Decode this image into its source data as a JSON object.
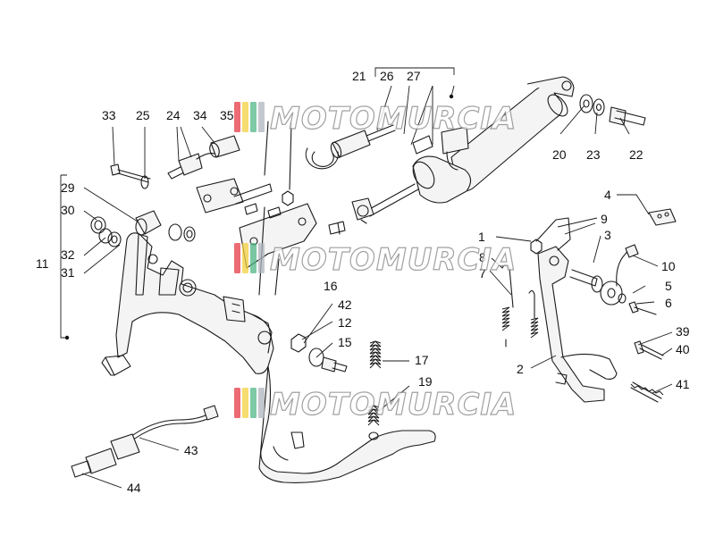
{
  "part_labels": [
    "1",
    "2",
    "3",
    "4",
    "5",
    "6",
    "8",
    "7",
    "9",
    "10",
    "11",
    "12",
    "15",
    "16",
    "17",
    "19",
    "20",
    "21",
    "22",
    "23",
    "24",
    "25",
    "26",
    "27",
    "29",
    "30",
    "31",
    "32",
    "33",
    "34",
    "35",
    "39",
    "40",
    "41",
    "42",
    "43",
    "44"
  ],
  "watermark": {
    "text": "MOTOMURCIA",
    "stripe_colors": [
      "#e63946",
      "#f4d03f",
      "#52b788",
      "#adb5bd"
    ],
    "outline_color": "#8a8a8a"
  }
}
